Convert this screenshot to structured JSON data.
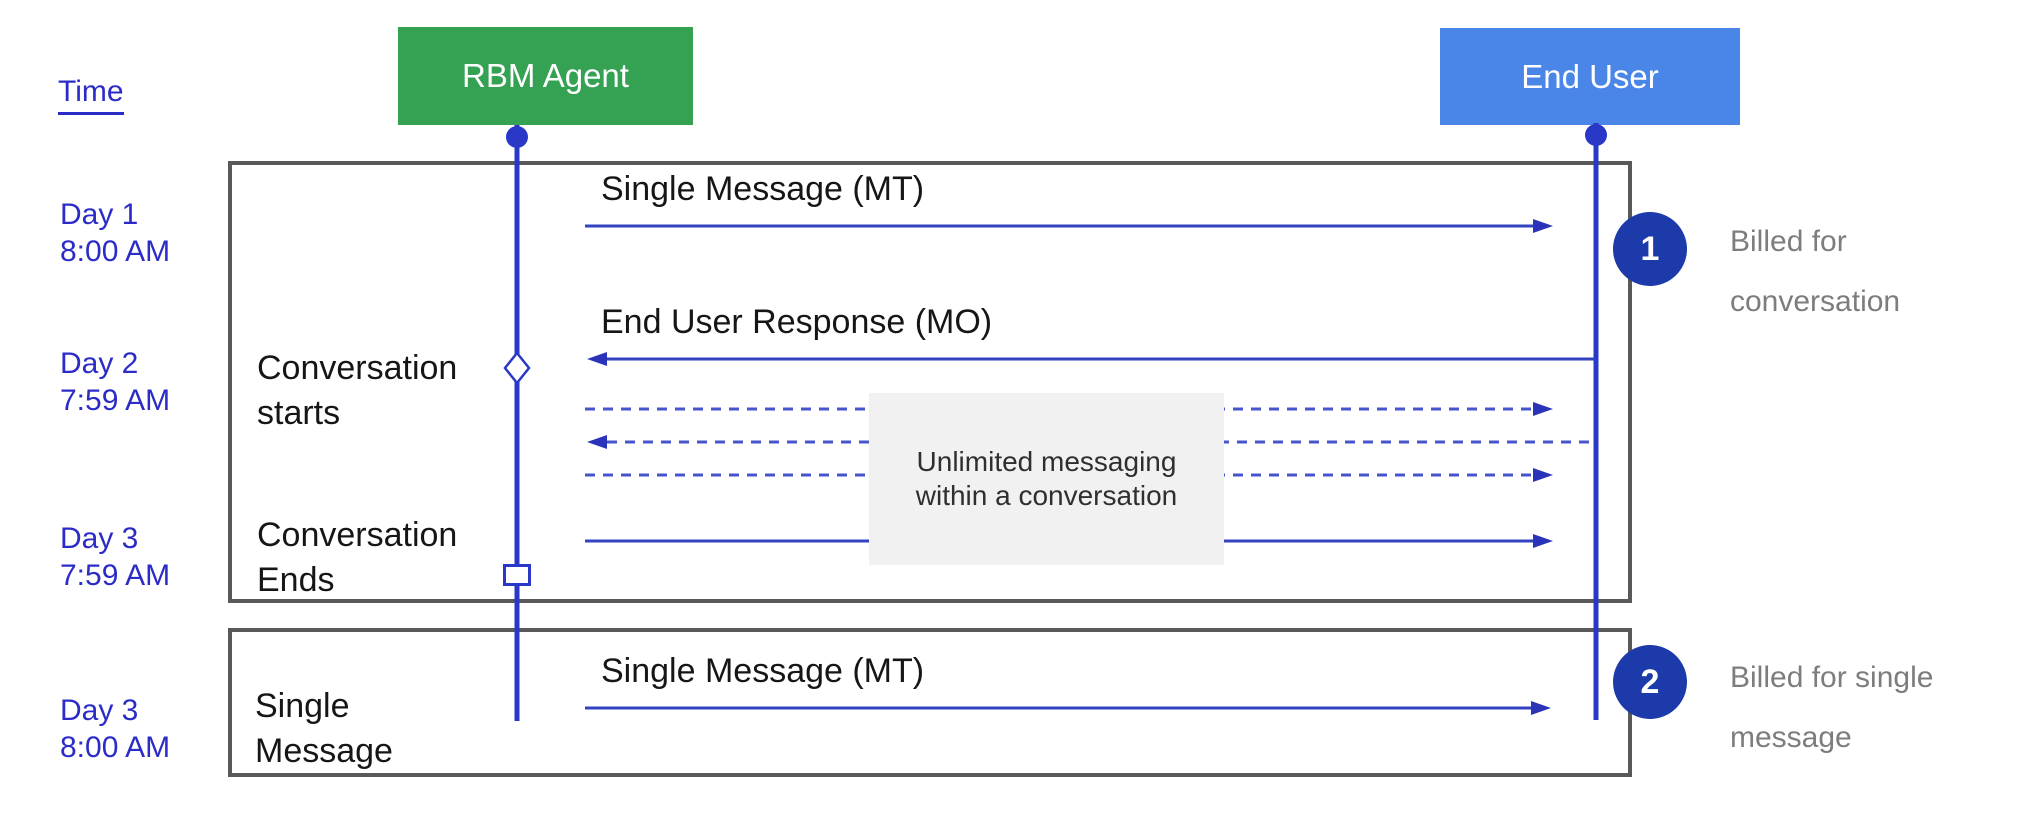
{
  "colors": {
    "agent_green": "#34A153",
    "end_user_blue": "#4A86E8",
    "billing_navy": "#1C3AA9",
    "lifeline_blue": "#2A38C8",
    "arrow_blue": "#3342BE",
    "dash_blue": "#4755CD",
    "label_blue": "#2B2BC8",
    "frame_gray": "#595959",
    "note_bg": "#F1F1F2",
    "muted_gray": "#7D7D7D"
  },
  "header": {
    "time": "Time",
    "rbm_agent": "RBM Agent",
    "end_user": "End User"
  },
  "time_labels": [
    {
      "day": "Day 1",
      "time": "8:00 AM"
    },
    {
      "day": "Day 2",
      "time": "7:59 AM"
    },
    {
      "day": "Day 3",
      "time": "7:59 AM"
    },
    {
      "day": "Day 3",
      "time": "8:00 AM"
    }
  ],
  "box1": {
    "mt_message": "Single Message (MT)",
    "mo_message": "End User Response (MO)",
    "conversation_starts": "Conversation starts",
    "conversation_ends": "Conversation Ends",
    "note": "Unlimited messaging within a conversation"
  },
  "box2": {
    "row_label": "Single Message",
    "mt_message": "Single Message (MT)"
  },
  "annotations": [
    {
      "number": "1",
      "text": "Billed for conversation"
    },
    {
      "number": "2",
      "text": "Billed for single message"
    }
  ]
}
